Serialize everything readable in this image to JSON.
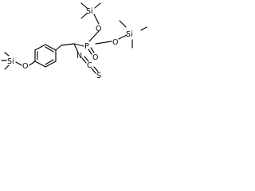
{
  "molecule": {
    "groups": {
      "si_top_left": "Si",
      "si_top_right": "Si",
      "si_left": "Si",
      "phosphorus": "P",
      "oxygen_p_left": "O",
      "oxygen_p_right": "O",
      "oxygen_p_bottom": "O",
      "oxygen_aryl": "O",
      "nitrogen": "N",
      "carbon_ncs": "C",
      "sulfur": "S"
    }
  }
}
